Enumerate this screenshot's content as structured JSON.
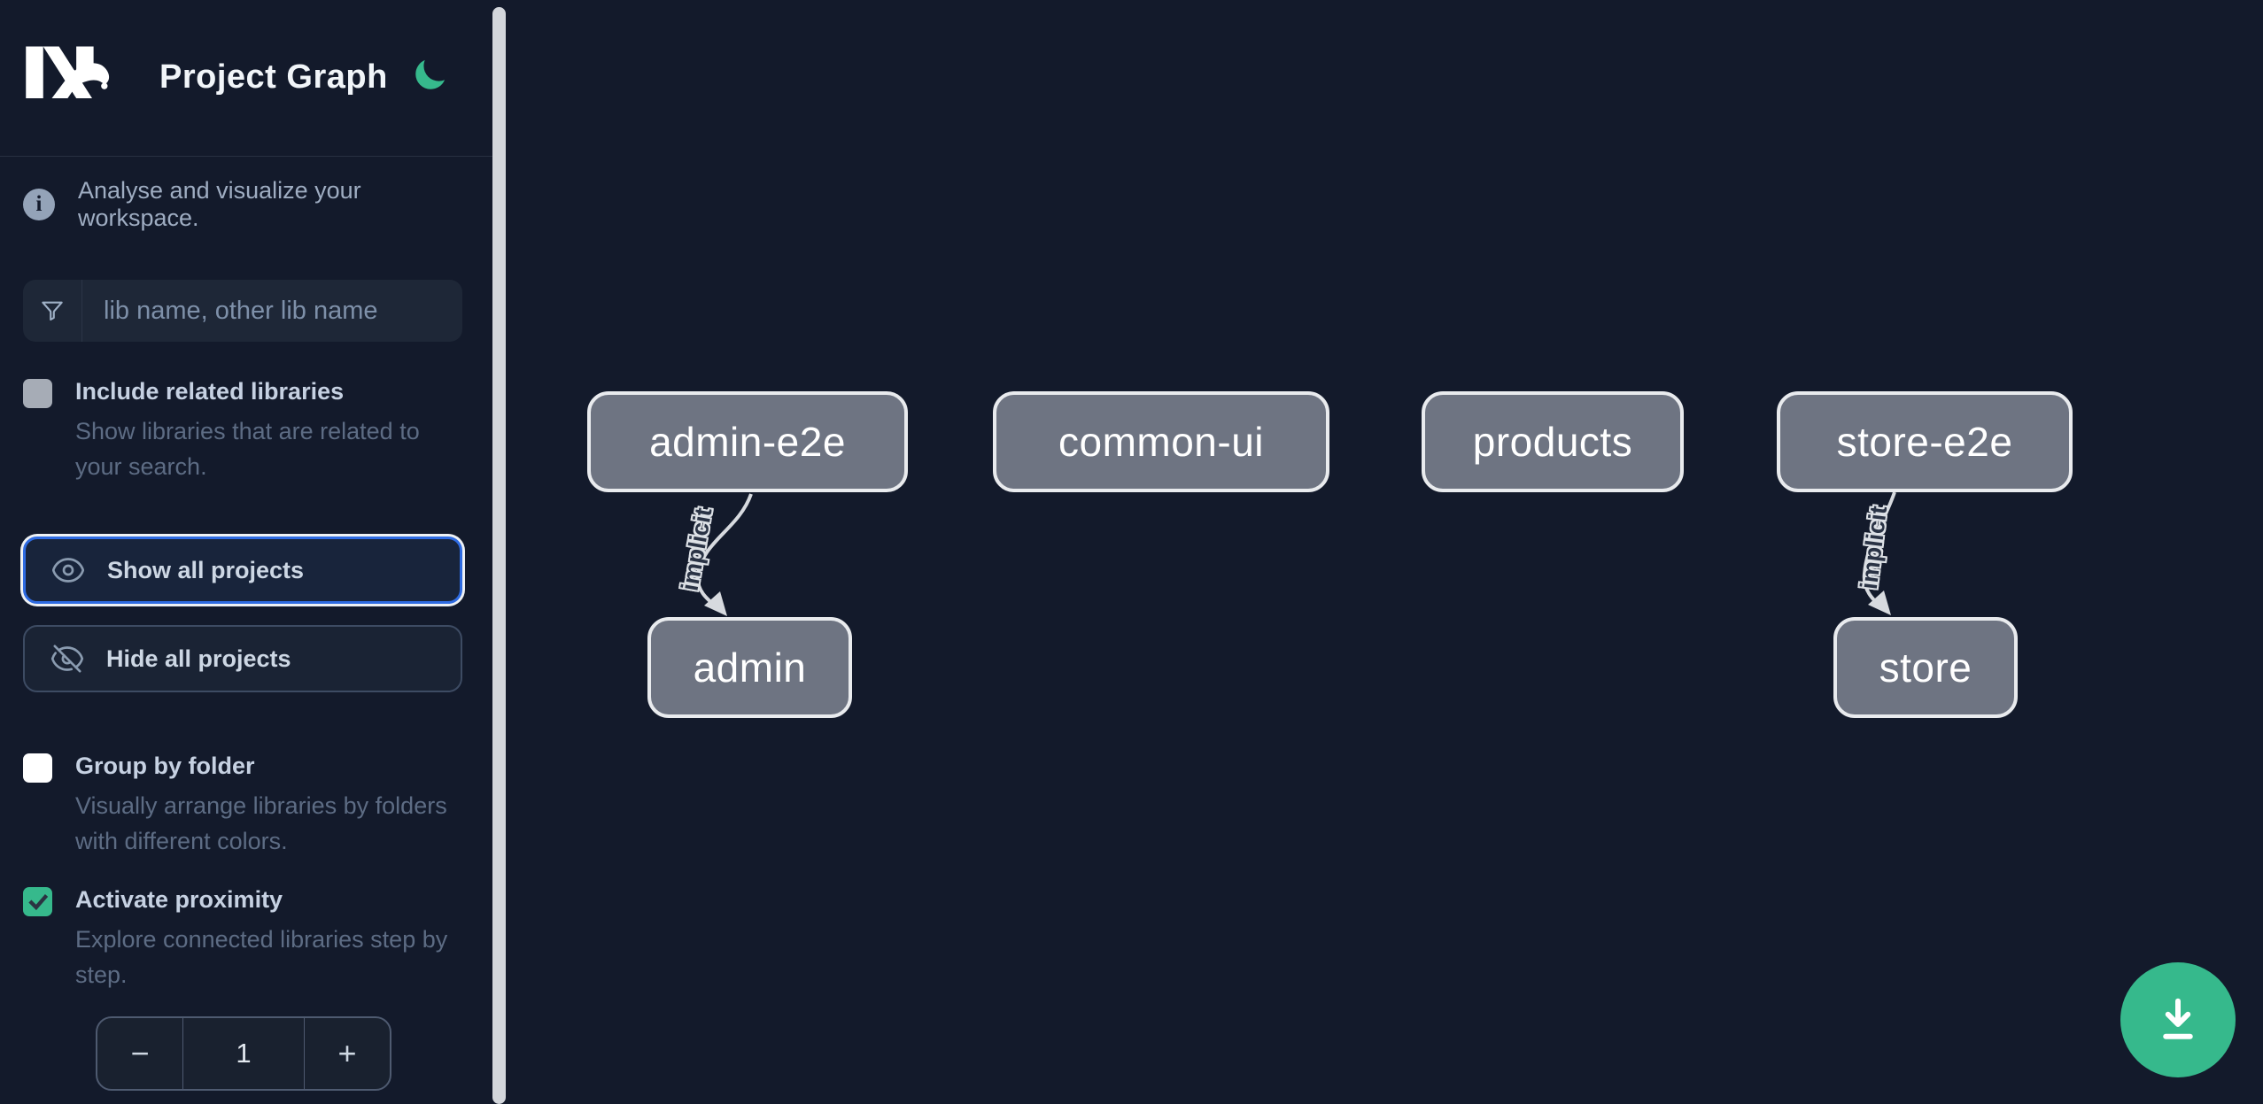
{
  "colors": {
    "background": "#131a2b",
    "accent_green": "#36b98c",
    "focus_blue": "#2e6be2",
    "node_fill": "#6e7482",
    "node_border": "#e9ebee",
    "edge": "#d7dadf"
  },
  "header": {
    "app_name": "Nx",
    "title": "Project Graph",
    "theme_icon": "moon-icon"
  },
  "sidebar": {
    "tagline": "Analyse and visualize your workspace.",
    "search": {
      "placeholder": "lib name, other lib name"
    },
    "options": [
      {
        "label": "Include related libraries",
        "description": "Show libraries that are related to your search.",
        "checked": false
      },
      {
        "label": "Group by folder",
        "description": "Visually arrange libraries by folders with different colors.",
        "checked": false
      },
      {
        "label": "Activate proximity",
        "description": "Explore connected libraries step by step.",
        "checked": true
      }
    ],
    "actions": [
      {
        "label": "Show all projects",
        "focused": true
      },
      {
        "label": "Hide all projects",
        "focused": false
      }
    ],
    "proximity_stepper": {
      "decrement_label": "−",
      "value": "1",
      "increment_label": "+"
    }
  },
  "graph": {
    "nodes": [
      {
        "id": "admin-e2e",
        "label": "admin-e2e"
      },
      {
        "id": "common-ui",
        "label": "common-ui"
      },
      {
        "id": "products",
        "label": "products"
      },
      {
        "id": "store-e2e",
        "label": "store-e2e"
      },
      {
        "id": "admin",
        "label": "admin"
      },
      {
        "id": "store",
        "label": "store"
      }
    ],
    "edges": [
      {
        "from": "admin-e2e",
        "to": "admin",
        "label": "implicit",
        "type": "implicit"
      },
      {
        "from": "store-e2e",
        "to": "store",
        "label": "implicit",
        "type": "implicit"
      }
    ]
  },
  "fab": {
    "icon": "download-icon"
  }
}
